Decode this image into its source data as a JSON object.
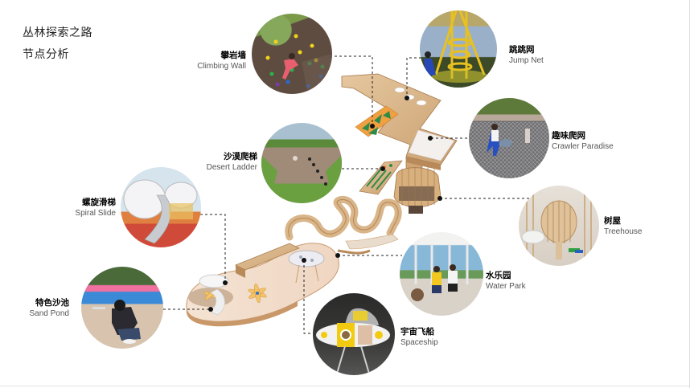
{
  "header": {
    "title": "丛林探索之路",
    "subtitle": "节点分析"
  },
  "nodes": [
    {
      "id": "climbing-wall",
      "cn": "攀岩墙",
      "en": "Climbing Wall"
    },
    {
      "id": "jump-net",
      "cn": "跳跳网",
      "en": "Jump Net"
    },
    {
      "id": "crawler-paradise",
      "cn": "趣味爬网",
      "en": "Crawler Paradise"
    },
    {
      "id": "desert-ladder",
      "cn": "沙漠爬梯",
      "en": "Desert Ladder"
    },
    {
      "id": "spiral-slide",
      "cn": "螺旋滑梯",
      "en": "Spiral Slide"
    },
    {
      "id": "treehouse",
      "cn": "树屋",
      "en": "Treehouse"
    },
    {
      "id": "water-park",
      "cn": "水乐园",
      "en": "Water Park"
    },
    {
      "id": "sand-pond",
      "cn": "特色沙池",
      "en": "Sand Pond"
    },
    {
      "id": "spaceship",
      "cn": "宇宙飞船",
      "en": "Spaceship"
    }
  ],
  "colors": {
    "wood": "#d9b58a",
    "wood_dark": "#b88a5a",
    "floor": "#f1dccb",
    "accent_green": "#2f8a4a",
    "accent_orange": "#f0a040",
    "accent_yellow": "#f2c300",
    "connector": "#222222"
  }
}
